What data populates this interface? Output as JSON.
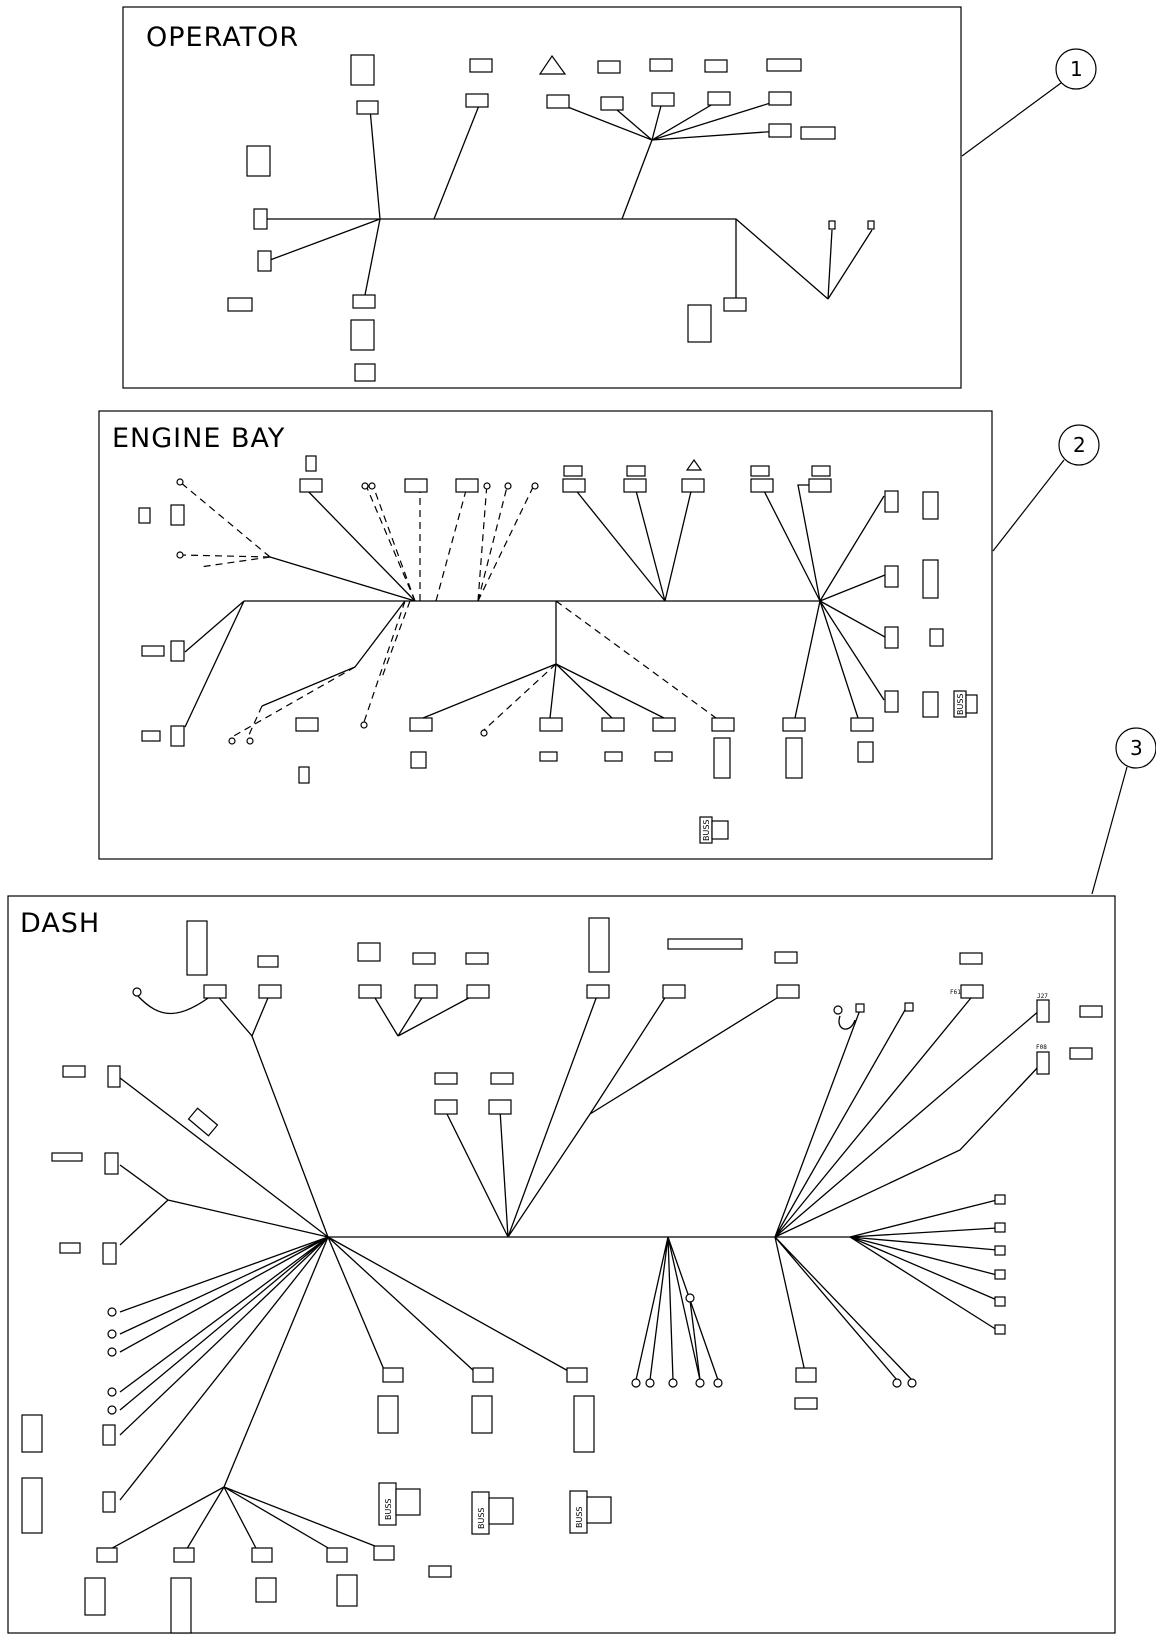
{
  "sections": [
    {
      "title": "OPERATOR",
      "callout": "1"
    },
    {
      "title": "ENGINE BAY",
      "callout": "2"
    },
    {
      "title": "DASH",
      "callout": "3"
    }
  ],
  "component_labels": {
    "buss": "BUSS",
    "f61": "F61",
    "f08": "F08",
    "j27": "J27"
  },
  "icons": [
    "connector-icon",
    "ring-terminal-icon",
    "fuse-block-icon",
    "relay-icon"
  ]
}
